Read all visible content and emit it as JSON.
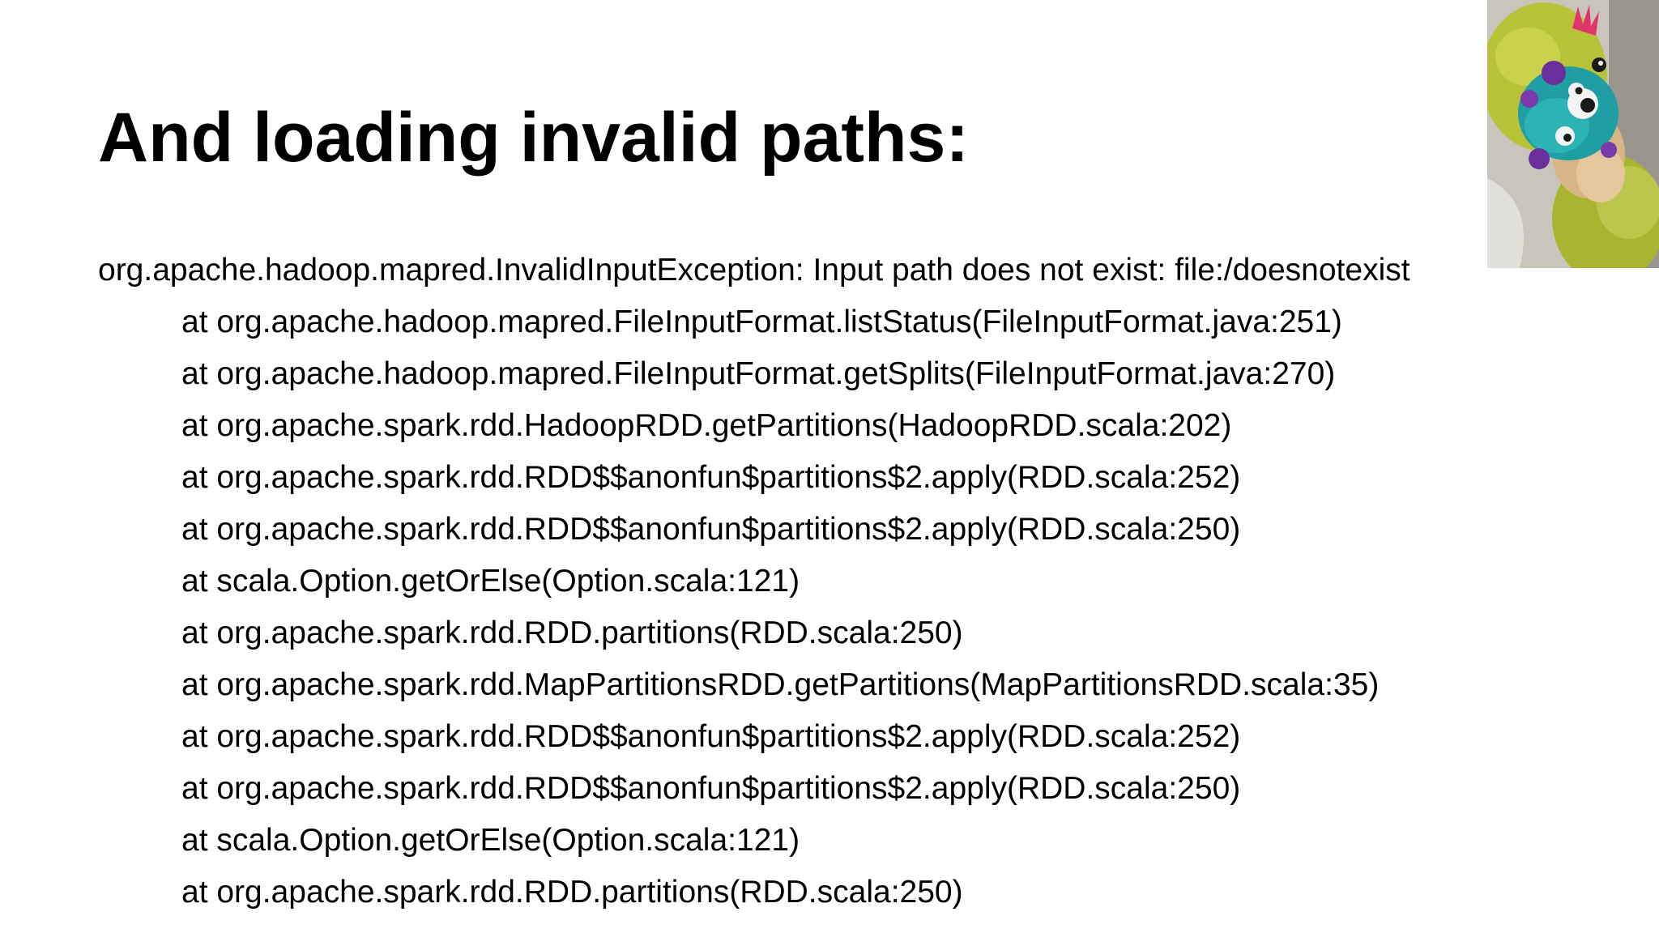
{
  "slide": {
    "title": "And loading invalid paths:",
    "exception": "org.apache.hadoop.mapred.InvalidInputException: Input path does not exist: file:/doesnotexist",
    "frames": [
      "at org.apache.hadoop.mapred.FileInputFormat.listStatus(FileInputFormat.java:251)",
      "at org.apache.hadoop.mapred.FileInputFormat.getSplits(FileInputFormat.java:270)",
      "at org.apache.spark.rdd.HadoopRDD.getPartitions(HadoopRDD.scala:202)",
      "at org.apache.spark.rdd.RDD$$anonfun$partitions$2.apply(RDD.scala:252)",
      "at org.apache.spark.rdd.RDD$$anonfun$partitions$2.apply(RDD.scala:250)",
      "at scala.Option.getOrElse(Option.scala:121)",
      "at org.apache.spark.rdd.RDD.partitions(RDD.scala:250)",
      "at org.apache.spark.rdd.MapPartitionsRDD.getPartitions(MapPartitionsRDD.scala:35)",
      "at org.apache.spark.rdd.RDD$$anonfun$partitions$2.apply(RDD.scala:252)",
      "at org.apache.spark.rdd.RDD$$anonfun$partitions$2.apply(RDD.scala:250)",
      "at scala.Option.getOrElse(Option.scala:121)",
      "at org.apache.spark.rdd.RDD.partitions(RDD.scala:250)"
    ]
  },
  "webcam": {
    "icon": "plush-toys-image"
  }
}
